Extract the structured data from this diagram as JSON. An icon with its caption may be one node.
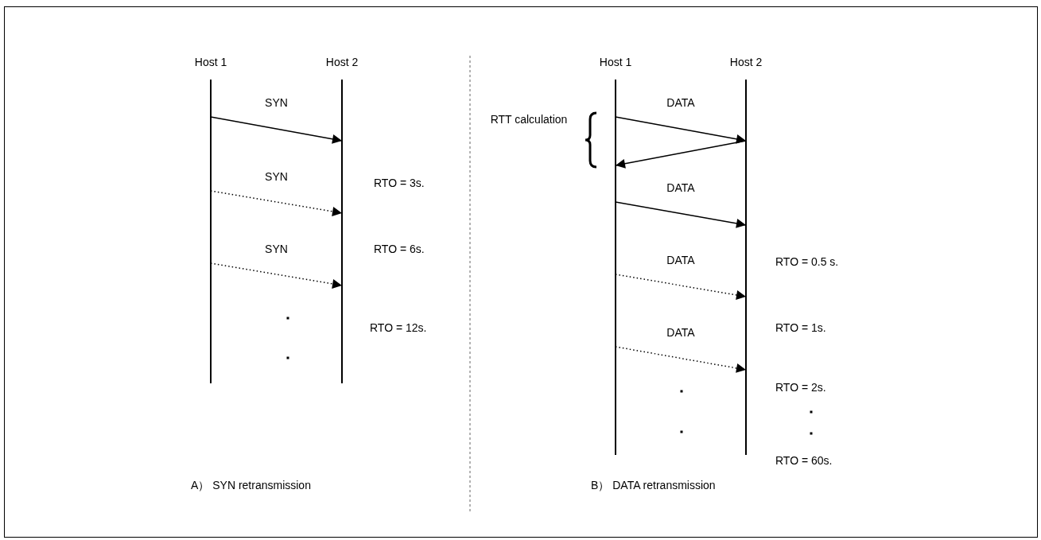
{
  "diagram": {
    "nodes": [
      {
        "text": [
          "Host 1"
        ]
      },
      {
        "text": [
          "Host 2"
        ]
      },
      {
        "text": [
          "Host 1"
        ]
      },
      {
        "text": [
          "Host 2"
        ]
      }
    ],
    "edges": [
      {
        "from": 0,
        "to": 1,
        "arrow": "to",
        "label": "SYN"
      },
      {
        "from": 0,
        "to": 1,
        "arrow": "to",
        "label": "SYN",
        "style": "dashed"
      },
      {
        "from": 0,
        "to": 1,
        "arrow": "to",
        "label": "SYN",
        "style": "dashed"
      },
      {
        "from": 2,
        "to": 3,
        "arrow": "to",
        "label": "DATA"
      },
      {
        "from": 3,
        "to": 2,
        "arrow": "to"
      },
      {
        "from": 2,
        "to": 3,
        "arrow": "to",
        "label": "DATA"
      },
      {
        "from": 2,
        "to": 3,
        "arrow": "to",
        "label": "DATA",
        "style": "dashed"
      },
      {
        "from": 2,
        "to": 3,
        "arrow": "to",
        "label": "DATA",
        "style": "dashed"
      }
    ],
    "labels": [
      "RTO = 3s.",
      "RTO = 6s.",
      "RTO = 12s.",
      "A） SYN retransmission",
      "RTT calculation",
      "RTO = 0.5 s.",
      "RTO = 1s.",
      "RTO = 2s.",
      "RTO = 60s.",
      "B） DATA retransmission"
    ]
  }
}
